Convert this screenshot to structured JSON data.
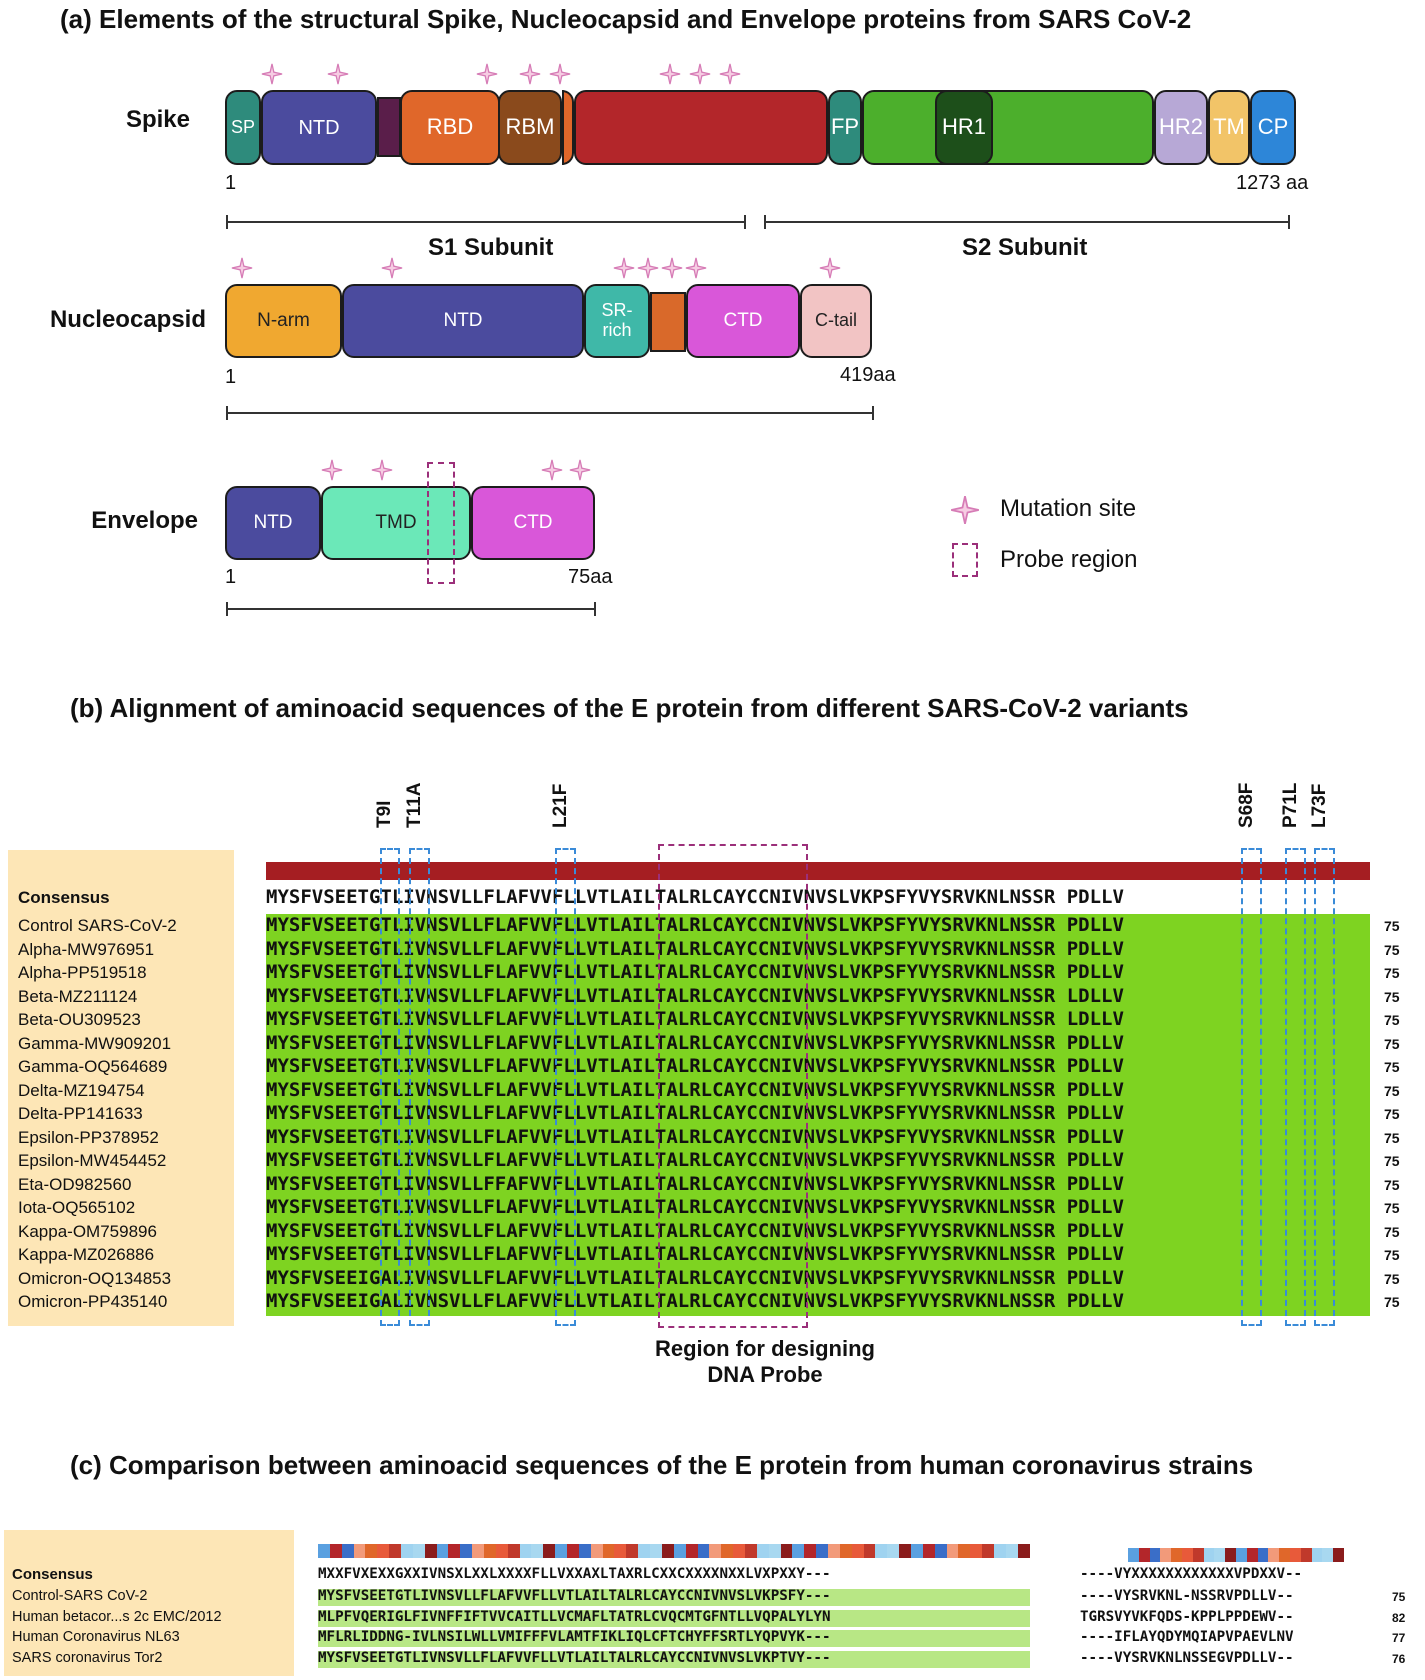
{
  "panel_a": {
    "title": "(a) Elements of the structural Spike, Nucleocapsid and Envelope proteins from SARS CoV-2",
    "spike": {
      "label": "Spike",
      "domains": {
        "sp": "SP",
        "ntd": "NTD",
        "rbd": "RBD",
        "rbm": "RBM",
        "fp": "FP",
        "hr1": "HR1",
        "hr2": "HR2",
        "tm": "TM",
        "cp": "CP"
      },
      "start": "1",
      "end": "1273 aa",
      "s1": "S1 Subunit",
      "s2": "S2 Subunit"
    },
    "nucleocapsid": {
      "label": "Nucleocapsid",
      "domains": {
        "narm": "N-arm",
        "ntd": "NTD",
        "sr": "SR-\nrich",
        "ctd": "CTD",
        "ctail": "C-tail"
      },
      "start": "1",
      "end": "419aa"
    },
    "envelope": {
      "label": "Envelope",
      "domains": {
        "ntd": "NTD",
        "tmd": "TMD",
        "ctd": "CTD"
      },
      "start": "1",
      "end": "75aa"
    },
    "legend": {
      "mutation": "Mutation site",
      "probe": "Probe region"
    },
    "colors": {
      "sp": "#2e8b7c",
      "ntd": "#4b4b9e",
      "link": "#5a1e4a",
      "rbd": "#e0672a",
      "rbm": "#8a4a1c",
      "s1": "#b3262a",
      "fp": "#2e8b7c",
      "hr": "#4caf2c",
      "hr1": "#1d4f1a",
      "hr2": "#b7a8d6",
      "tm": "#f2c468",
      "cp": "#2d86d8",
      "narm": "#f0a830",
      "sr": "#3fb8a8",
      "orange": "#d9692a",
      "ctd": "#d957d9",
      "ctail": "#f2c4c4",
      "tmd": "#6be8b8",
      "star": "#d67cb6"
    }
  },
  "panel_b": {
    "title": "(b) Alignment of aminoacid sequences of the E protein from different SARS-CoV-2 variants",
    "mutations": [
      "T9I",
      "T11A",
      "L21F",
      "S68F",
      "P71L",
      "L73F"
    ],
    "consensus_label": "Consensus",
    "consensus_seq": "MYSFVSEETGTLIVNSVLLFLAFVVFLLVTLAILTALRLCAYCCNIVNVSLVKPSFYVYSRVKNLNSSR PDLLV",
    "rows": [
      {
        "name": "Control SARS-CoV-2",
        "seq": "MYSFVSEETGTLIVNSVLLFLAFVVFLLVTLAILTALRLCAYCCNIVNVSLVKPSFYVYSRVKNLNSSR PDLLV",
        "len": "75"
      },
      {
        "name": "Alpha-MW976951",
        "seq": "MYSFVSEETGTLIVNSVLLFLAFVVFLLVTLAILTALRLCAYCCNIVNVSLVKPSFYVYSRVKNLNSSR PDLLV",
        "len": "75"
      },
      {
        "name": "Alpha-PP519518",
        "seq": "MYSFVSEETGTLIVNSVLLFLAFVVFLLVTLAILTALRLCAYCCNIVNVSLVKPSFYVYSRVKNLNSSR PDLLV",
        "len": "75"
      },
      {
        "name": "Beta-MZ211124",
        "seq": "MYSFVSEETGTLIVNSVLLFLAFVVFLLVTLAILTALRLCAYCCNIVNVSLVKPSFYVYSRVKNLNSSR LDLLV",
        "len": "75"
      },
      {
        "name": "Beta-OU309523",
        "seq": "MYSFVSEETGTLIVNSVLLFLAFVVFLLVTLAILTALRLCAYCCNIVNVSLVKPSFYVYSRVKNLNSSR LDLLV",
        "len": "75"
      },
      {
        "name": "Gamma-MW909201",
        "seq": "MYSFVSEETGTLIVNSVLLFLAFVVFLLVTLAILTALRLCAYCCNIVNVSLVKPSFYVYSRVKNLNSSR PDLLV",
        "len": "75"
      },
      {
        "name": "Gamma-OQ564689",
        "seq": "MYSFVSEETGTLIVNSVLLFLAFVVFLLVTLAILTALRLCAYCCNIVNVSLVKPSFYVYSRVKNLNSSR PDLLV",
        "len": "75"
      },
      {
        "name": "Delta-MZ194754",
        "seq": "MYSFVSEETGTLIVNSVLLFLAFVVFLLVTLAILTALRLCAYCCNIVNVSLVKPSFYVYSRVKNLNSSR PDLLV",
        "len": "75"
      },
      {
        "name": "Delta-PP141633",
        "seq": "MYSFVSEETGTLIVNSVLLFLAFVVFLLVTLAILTALRLCAYCCNIVNVSLVKPSFYVYSRVKNLNSSR PDLLV",
        "len": "75"
      },
      {
        "name": "Epsilon-PP378952",
        "seq": "MYSFVSEETGTLIVNSVLLFLAFVVFLLVTLAILTALRLCAYCCNIVNVSLVKPSFYVYSRVKNLNSSR PDLLV",
        "len": "75"
      },
      {
        "name": "Epsilon-MW454452",
        "seq": "MYSFVSEETGTLIVNSVLLFLAFVVFLLVTLAILTALRLCAYCCNIVNVSLVKPSFYVYSRVKNLNSSR PDLLV",
        "len": "75"
      },
      {
        "name": "Eta-OD982560",
        "seq": "MYSFVSEETGTLIVNSVLLFFAFVVFLLVTLAILTALRLCAYCCNIVNVSLVKPSFYVYSRVKNLNSSR PDLLV",
        "len": "75"
      },
      {
        "name": "Iota-OQ565102",
        "seq": "MYSFVSEETGTLIVNSVLLFLAFVVFLLVTLAILTALRLCAYCCNIVNVSLVKPSFYVYSRVKNLNSSR PDLLV",
        "len": "75"
      },
      {
        "name": "Kappa-OM759896",
        "seq": "MYSFVSEETGTLIVNSVLLFLAFVVFLLVTLAILTALRLCAYCCNIVNVSLVKPSFYVYSRVKNLNSSR PDLLV",
        "len": "75"
      },
      {
        "name": "Kappa-MZ026886",
        "seq": "MYSFVSEETGTLIVNSVLLFLAFVVFLLVTLAILTALRLCAYCCNIVNVSLVKPSFYVYSRVKNLNSSR PDLLV",
        "len": "75"
      },
      {
        "name": "Omicron-OQ134853",
        "seq": "MYSFVSEEIGALIVNSVLLFLAFVVFLLVTLAILTALRLCAYCCNIVNVSLVKPSFYVYSRVKNLNSSR PDLLV",
        "len": "75"
      },
      {
        "name": "Omicron-PP435140",
        "seq": "MYSFVSEEIGALIVNSVLLFLAFVVFLLVTLAILTALRLCAYCCNIVNVSLVKPSFYVYSRVKNLNSSR PDLLV",
        "len": "75"
      }
    ],
    "caption": "Region for designing\nDNA Probe",
    "colors": {
      "bar": "#a51e22",
      "green": "#7ed321",
      "panel": "#fde6b6"
    }
  },
  "panel_c": {
    "title": "(c) Comparison between aminoacid sequences of the E protein from human coronavirus strains",
    "consensus_label": "Consensus",
    "consensus_left": "MXXFVXEXXGXXIVNSXLXXLXXXXFLLVXXAXLTAXRLCXXCXXXXNXXLVXPXXY---",
    "consensus_right": "----VYXXXXXXXXXXXXVPDXXV--",
    "rows": [
      {
        "name": "Control-SARS CoV-2",
        "left": "MYSFVSEETGTLIVNSVLLFLAFVVFLLVTLAILTALRLCAYCCNIVNVSLVKPSFY---",
        "right": "----VYSRVKNL-NSSRVPDLLV--",
        "len": "75"
      },
      {
        "name": "Human betacor...s 2c EMC/2012",
        "left": "MLPFVQERIGLFIVNFFIFTVVCAITLLVCMAFLTATRLCVQCMTGFNTLLVQPALYLYN",
        "right": "TGRSVYVKFQDS-KPPLPPDEWV--",
        "len": "82"
      },
      {
        "name": "Human Coronavirus NL63",
        "left": "MFLRLIDDNG-IVLNSILWLLVMIFFFVLAMTFIKLIQLCFTCHYFFSRTLYQPVYK---",
        "right": "----IFLAYQDYMQIAPVPAEVLNV",
        "len": "77"
      },
      {
        "name": "SARS coronavirus Tor2",
        "left": "MYSFVSEETGTLIVNSVLLFLAFVVFLLVTLAILTALRLCAYCCNIVNVSLVKPTVY---",
        "right": "----VYSRVKNLNSSEGVPDLLV--",
        "len": "76"
      }
    ],
    "colors": {
      "panel": "#fde6b6",
      "green": "#7ed321"
    }
  }
}
